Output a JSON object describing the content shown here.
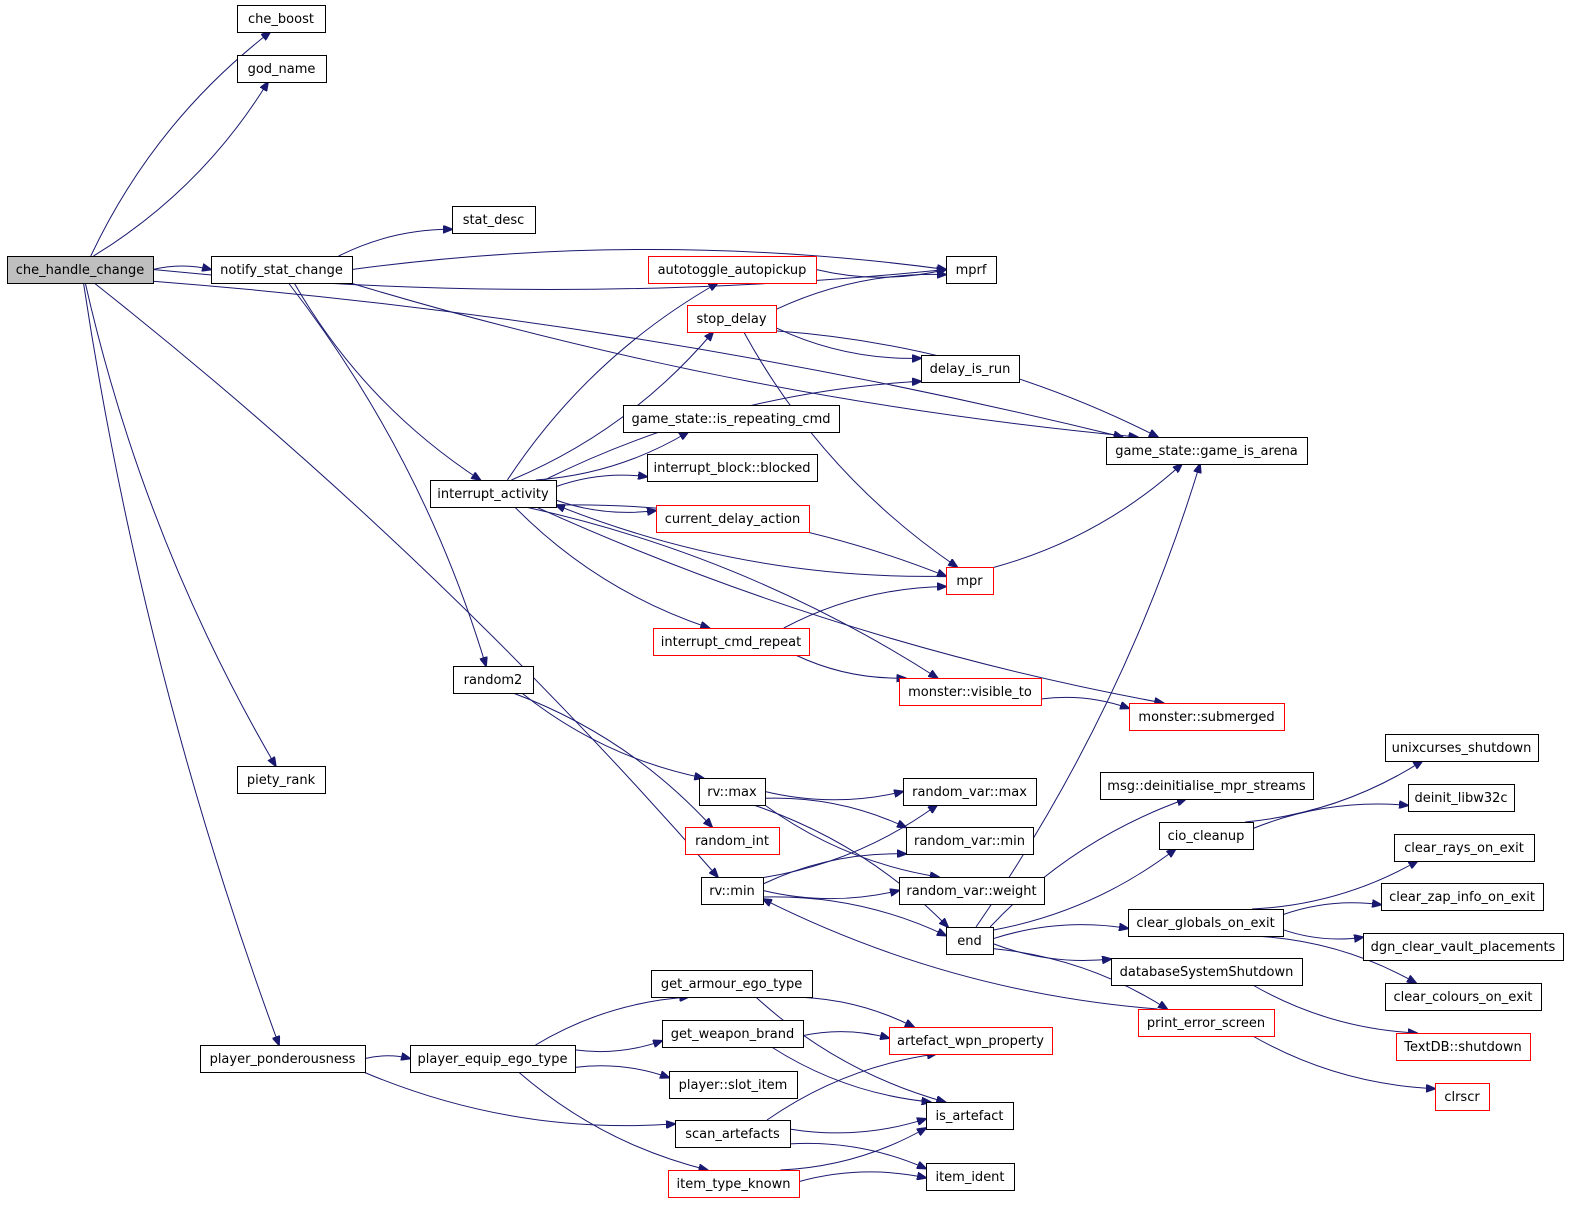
{
  "graph": {
    "root": "che_handle_change",
    "nodes": [
      {
        "id": "che_handle_change",
        "label": "che_handle_change",
        "root": true
      },
      {
        "id": "che_boost",
        "label": "che_boost"
      },
      {
        "id": "god_name",
        "label": "god_name"
      },
      {
        "id": "notify_stat_change",
        "label": "notify_stat_change"
      },
      {
        "id": "stat_desc",
        "label": "stat_desc"
      },
      {
        "id": "autotoggle_autopickup",
        "label": "autotoggle_autopickup",
        "red": true
      },
      {
        "id": "mprf",
        "label": "mprf"
      },
      {
        "id": "stop_delay",
        "label": "stop_delay",
        "red": true
      },
      {
        "id": "delay_is_run",
        "label": "delay_is_run"
      },
      {
        "id": "is_repeating_cmd",
        "label": "game_state::is_repeating_cmd"
      },
      {
        "id": "game_is_arena",
        "label": "game_state::game_is_arena"
      },
      {
        "id": "blocked",
        "label": "interrupt_block::blocked"
      },
      {
        "id": "interrupt_activity",
        "label": "interrupt_activity"
      },
      {
        "id": "current_delay_action",
        "label": "current_delay_action",
        "red": true
      },
      {
        "id": "mpr",
        "label": "mpr",
        "red": true
      },
      {
        "id": "interrupt_cmd_repeat",
        "label": "interrupt_cmd_repeat",
        "red": true
      },
      {
        "id": "random2",
        "label": "random2"
      },
      {
        "id": "visible_to",
        "label": "monster::visible_to",
        "red": true
      },
      {
        "id": "submerged",
        "label": "monster::submerged",
        "red": true
      },
      {
        "id": "unixcurses_shutdown",
        "label": "unixcurses_shutdown"
      },
      {
        "id": "piety_rank",
        "label": "piety_rank"
      },
      {
        "id": "rv_max",
        "label": "rv::max"
      },
      {
        "id": "random_var_max",
        "label": "random_var::max"
      },
      {
        "id": "deinit_mpr",
        "label": "msg::deinitialise_mpr_streams"
      },
      {
        "id": "deinit_libw32c",
        "label": "deinit_libw32c"
      },
      {
        "id": "cio_cleanup",
        "label": "cio_cleanup"
      },
      {
        "id": "random_int",
        "label": "random_int",
        "red": true
      },
      {
        "id": "random_var_min",
        "label": "random_var::min"
      },
      {
        "id": "clear_rays_on_exit",
        "label": "clear_rays_on_exit"
      },
      {
        "id": "rv_min",
        "label": "rv::min"
      },
      {
        "id": "random_var_weight",
        "label": "random_var::weight"
      },
      {
        "id": "clear_zap_info_on_exit",
        "label": "clear_zap_info_on_exit"
      },
      {
        "id": "clear_globals_on_exit",
        "label": "clear_globals_on_exit"
      },
      {
        "id": "end",
        "label": "end"
      },
      {
        "id": "dgn_clear_vault_placements",
        "label": "dgn_clear_vault_placements"
      },
      {
        "id": "databaseSystemShutdown",
        "label": "databaseSystemShutdown"
      },
      {
        "id": "get_armour_ego_type",
        "label": "get_armour_ego_type"
      },
      {
        "id": "clear_colours_on_exit",
        "label": "clear_colours_on_exit"
      },
      {
        "id": "print_error_screen",
        "label": "print_error_screen",
        "red": true
      },
      {
        "id": "get_weapon_brand",
        "label": "get_weapon_brand"
      },
      {
        "id": "artefact_wpn_property",
        "label": "artefact_wpn_property",
        "red": true
      },
      {
        "id": "textdb_shutdown",
        "label": "TextDB::shutdown",
        "red": true
      },
      {
        "id": "player_ponderousness",
        "label": "player_ponderousness"
      },
      {
        "id": "player_equip_ego_type",
        "label": "player_equip_ego_type"
      },
      {
        "id": "slot_item",
        "label": "player::slot_item"
      },
      {
        "id": "clrscr",
        "label": "clrscr",
        "red": true
      },
      {
        "id": "is_artefact",
        "label": "is_artefact"
      },
      {
        "id": "scan_artefacts",
        "label": "scan_artefacts"
      },
      {
        "id": "item_ident",
        "label": "item_ident"
      },
      {
        "id": "item_type_known",
        "label": "item_type_known",
        "red": true
      }
    ],
    "edges": [
      [
        "che_handle_change",
        "che_boost"
      ],
      [
        "che_handle_change",
        "god_name"
      ],
      [
        "che_handle_change",
        "game_is_arena"
      ],
      [
        "che_handle_change",
        "mprf"
      ],
      [
        "che_handle_change",
        "notify_stat_change"
      ],
      [
        "che_handle_change",
        "piety_rank"
      ],
      [
        "che_handle_change",
        "rv_min"
      ],
      [
        "che_handle_change",
        "player_ponderousness"
      ],
      [
        "notify_stat_change",
        "stat_desc"
      ],
      [
        "notify_stat_change",
        "game_is_arena"
      ],
      [
        "notify_stat_change",
        "mprf"
      ],
      [
        "notify_stat_change",
        "interrupt_activity"
      ],
      [
        "notify_stat_change",
        "random2"
      ],
      [
        "autotoggle_autopickup",
        "mprf"
      ],
      [
        "stop_delay",
        "mprf"
      ],
      [
        "stop_delay",
        "delay_is_run"
      ],
      [
        "stop_delay",
        "game_is_arena"
      ],
      [
        "stop_delay",
        "mpr"
      ],
      [
        "interrupt_activity",
        "autotoggle_autopickup"
      ],
      [
        "interrupt_activity",
        "stop_delay"
      ],
      [
        "interrupt_activity",
        "delay_is_run"
      ],
      [
        "interrupt_activity",
        "is_repeating_cmd"
      ],
      [
        "interrupt_activity",
        "blocked"
      ],
      [
        "interrupt_activity",
        "current_delay_action"
      ],
      [
        "interrupt_activity",
        "mpr"
      ],
      [
        "interrupt_activity",
        "interrupt_cmd_repeat"
      ],
      [
        "interrupt_activity",
        "visible_to"
      ],
      [
        "interrupt_activity",
        "submerged"
      ],
      [
        "mpr",
        "interrupt_activity"
      ],
      [
        "mpr",
        "game_is_arena"
      ],
      [
        "interrupt_cmd_repeat",
        "mpr"
      ],
      [
        "interrupt_cmd_repeat",
        "visible_to"
      ],
      [
        "visible_to",
        "submerged"
      ],
      [
        "random2",
        "rv_max"
      ],
      [
        "random2",
        "random_int"
      ],
      [
        "rv_max",
        "random_var_max"
      ],
      [
        "rv_max",
        "random_var_min"
      ],
      [
        "rv_max",
        "random_var_weight"
      ],
      [
        "rv_max",
        "end"
      ],
      [
        "rv_min",
        "random_var_max"
      ],
      [
        "rv_min",
        "random_var_min"
      ],
      [
        "rv_min",
        "random_var_weight"
      ],
      [
        "rv_min",
        "end"
      ],
      [
        "end",
        "game_is_arena"
      ],
      [
        "end",
        "deinit_mpr"
      ],
      [
        "end",
        "cio_cleanup"
      ],
      [
        "end",
        "clear_globals_on_exit"
      ],
      [
        "end",
        "databaseSystemShutdown"
      ],
      [
        "end",
        "print_error_screen"
      ],
      [
        "cio_cleanup",
        "unixcurses_shutdown"
      ],
      [
        "cio_cleanup",
        "deinit_libw32c"
      ],
      [
        "clear_globals_on_exit",
        "clear_rays_on_exit"
      ],
      [
        "clear_globals_on_exit",
        "clear_zap_info_on_exit"
      ],
      [
        "clear_globals_on_exit",
        "dgn_clear_vault_placements"
      ],
      [
        "clear_globals_on_exit",
        "clear_colours_on_exit"
      ],
      [
        "databaseSystemShutdown",
        "textdb_shutdown"
      ],
      [
        "print_error_screen",
        "rv_min"
      ],
      [
        "print_error_screen",
        "clrscr"
      ],
      [
        "player_ponderousness",
        "player_equip_ego_type"
      ],
      [
        "player_ponderousness",
        "scan_artefacts"
      ],
      [
        "player_equip_ego_type",
        "get_armour_ego_type"
      ],
      [
        "player_equip_ego_type",
        "get_weapon_brand"
      ],
      [
        "player_equip_ego_type",
        "slot_item"
      ],
      [
        "player_equip_ego_type",
        "item_type_known"
      ],
      [
        "get_armour_ego_type",
        "artefact_wpn_property"
      ],
      [
        "get_armour_ego_type",
        "is_artefact"
      ],
      [
        "get_weapon_brand",
        "artefact_wpn_property"
      ],
      [
        "get_weapon_brand",
        "is_artefact"
      ],
      [
        "scan_artefacts",
        "artefact_wpn_property"
      ],
      [
        "scan_artefacts",
        "is_artefact"
      ],
      [
        "scan_artefacts",
        "item_ident"
      ],
      [
        "item_type_known",
        "is_artefact"
      ],
      [
        "item_type_known",
        "item_ident"
      ]
    ]
  }
}
